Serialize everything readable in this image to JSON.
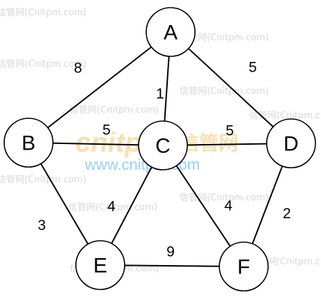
{
  "watermark": {
    "repeat_text": "信管网(Cnitpm.com)",
    "brand_main": "cnitpm",
    "brand_cn": "信管网",
    "brand_url": "www.cnitpm.com",
    "brand_color": "#f5a623",
    "url_color": "#4fb6e0"
  },
  "nodes": [
    {
      "id": "A",
      "label": "A"
    },
    {
      "id": "B",
      "label": "B"
    },
    {
      "id": "C",
      "label": "C"
    },
    {
      "id": "D",
      "label": "D"
    },
    {
      "id": "E",
      "label": "E"
    },
    {
      "id": "F",
      "label": "F"
    }
  ],
  "edges": [
    {
      "from": "A",
      "to": "B",
      "weight": "8"
    },
    {
      "from": "A",
      "to": "C",
      "weight": "1"
    },
    {
      "from": "A",
      "to": "D",
      "weight": "5"
    },
    {
      "from": "B",
      "to": "C",
      "weight": "5"
    },
    {
      "from": "C",
      "to": "D",
      "weight": "5"
    },
    {
      "from": "B",
      "to": "E",
      "weight": "3"
    },
    {
      "from": "C",
      "to": "E",
      "weight": "4"
    },
    {
      "from": "C",
      "to": "F",
      "weight": "4"
    },
    {
      "from": "D",
      "to": "F",
      "weight": "2"
    },
    {
      "from": "E",
      "to": "F",
      "weight": "9"
    }
  ]
}
